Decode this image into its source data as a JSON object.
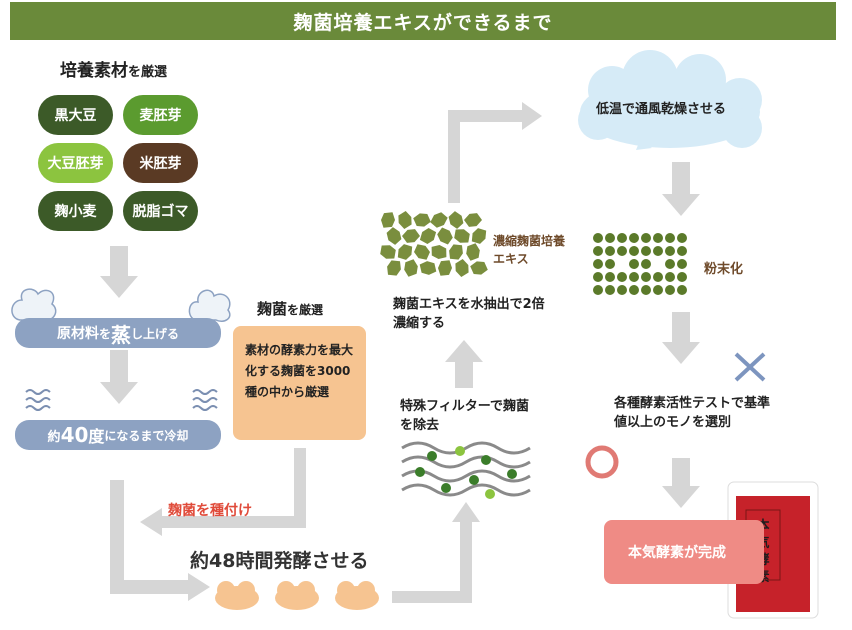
{
  "header": {
    "title": "麹菌培養エキスができるまで"
  },
  "ingredients": {
    "title_main": "培養素材",
    "title_suffix": "を厳選",
    "items": [
      {
        "label": "黒大豆",
        "color": "#3c5a28"
      },
      {
        "label": "麦胚芽",
        "color": "#5b9b2f"
      },
      {
        "label": "大豆胚芽",
        "color": "#8cc43f"
      },
      {
        "label": "米胚芽",
        "color": "#5a3a24"
      },
      {
        "label": "麹小麦",
        "color": "#3c5a28"
      },
      {
        "label": "脱脂ゴマ",
        "color": "#3c5a28"
      }
    ]
  },
  "steps": {
    "steam": {
      "a": "原材料",
      "b": "を",
      "c": "蒸",
      "d": "し上げる"
    },
    "cool": {
      "a": "約",
      "b": "40",
      "c": "度",
      "d": "になるまで冷却"
    },
    "koji_select": {
      "title_main": "麹菌",
      "title_suffix": "を厳選",
      "body": "素材の酵素力を最大化する麹菌を3000種の中から厳選"
    },
    "inoculate": "麹菌を種付け",
    "ferment": "約48時間発酵させる",
    "filter": "特殊フィルターで麹菌を除去",
    "extract": "麹菌エキスを水抽出で2倍濃縮する",
    "concentrate_label": "濃縮麹菌培養エキス",
    "dry": "低温で通風乾燥させる",
    "powder": "粉末化",
    "test": "各種酵素活性テストで基準値以上のモノを選別",
    "complete": "本気酵素が完成"
  },
  "colors": {
    "header": "#6a8a3a",
    "arrow": "#d6d6d6",
    "steam_box": "#8da2c2",
    "koji_box": "#f6c491",
    "final_box": "#ef8b85",
    "accent_red": "#e04b3a",
    "grain": "#7a8e3e"
  }
}
